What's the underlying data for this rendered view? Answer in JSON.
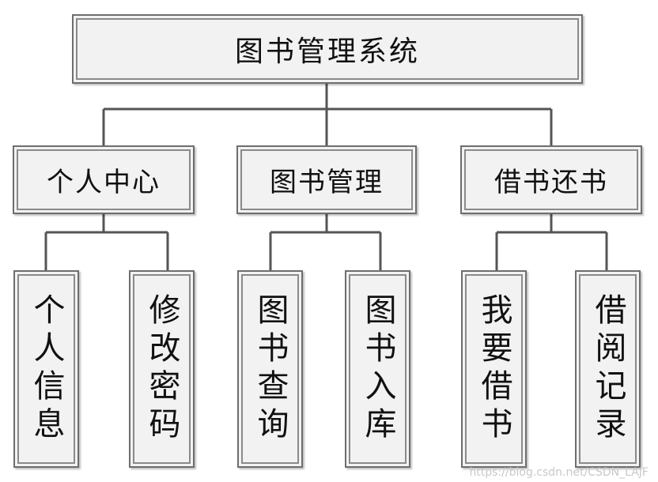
{
  "root": {
    "label": "图书管理系统"
  },
  "categories": [
    {
      "label": "个人中心",
      "children": [
        "个人信息",
        "修改密码"
      ]
    },
    {
      "label": "图书管理",
      "children": [
        "图书查询",
        "图书入库"
      ]
    },
    {
      "label": "借书还书",
      "children": [
        "我要借书",
        "借阅记录"
      ]
    }
  ],
  "watermark": "https://blog.csdn.net/CSDN_LAJF",
  "colors": {
    "box_fill": "#f2f2f2",
    "line": "#555555",
    "border": "#6e6e6e"
  }
}
